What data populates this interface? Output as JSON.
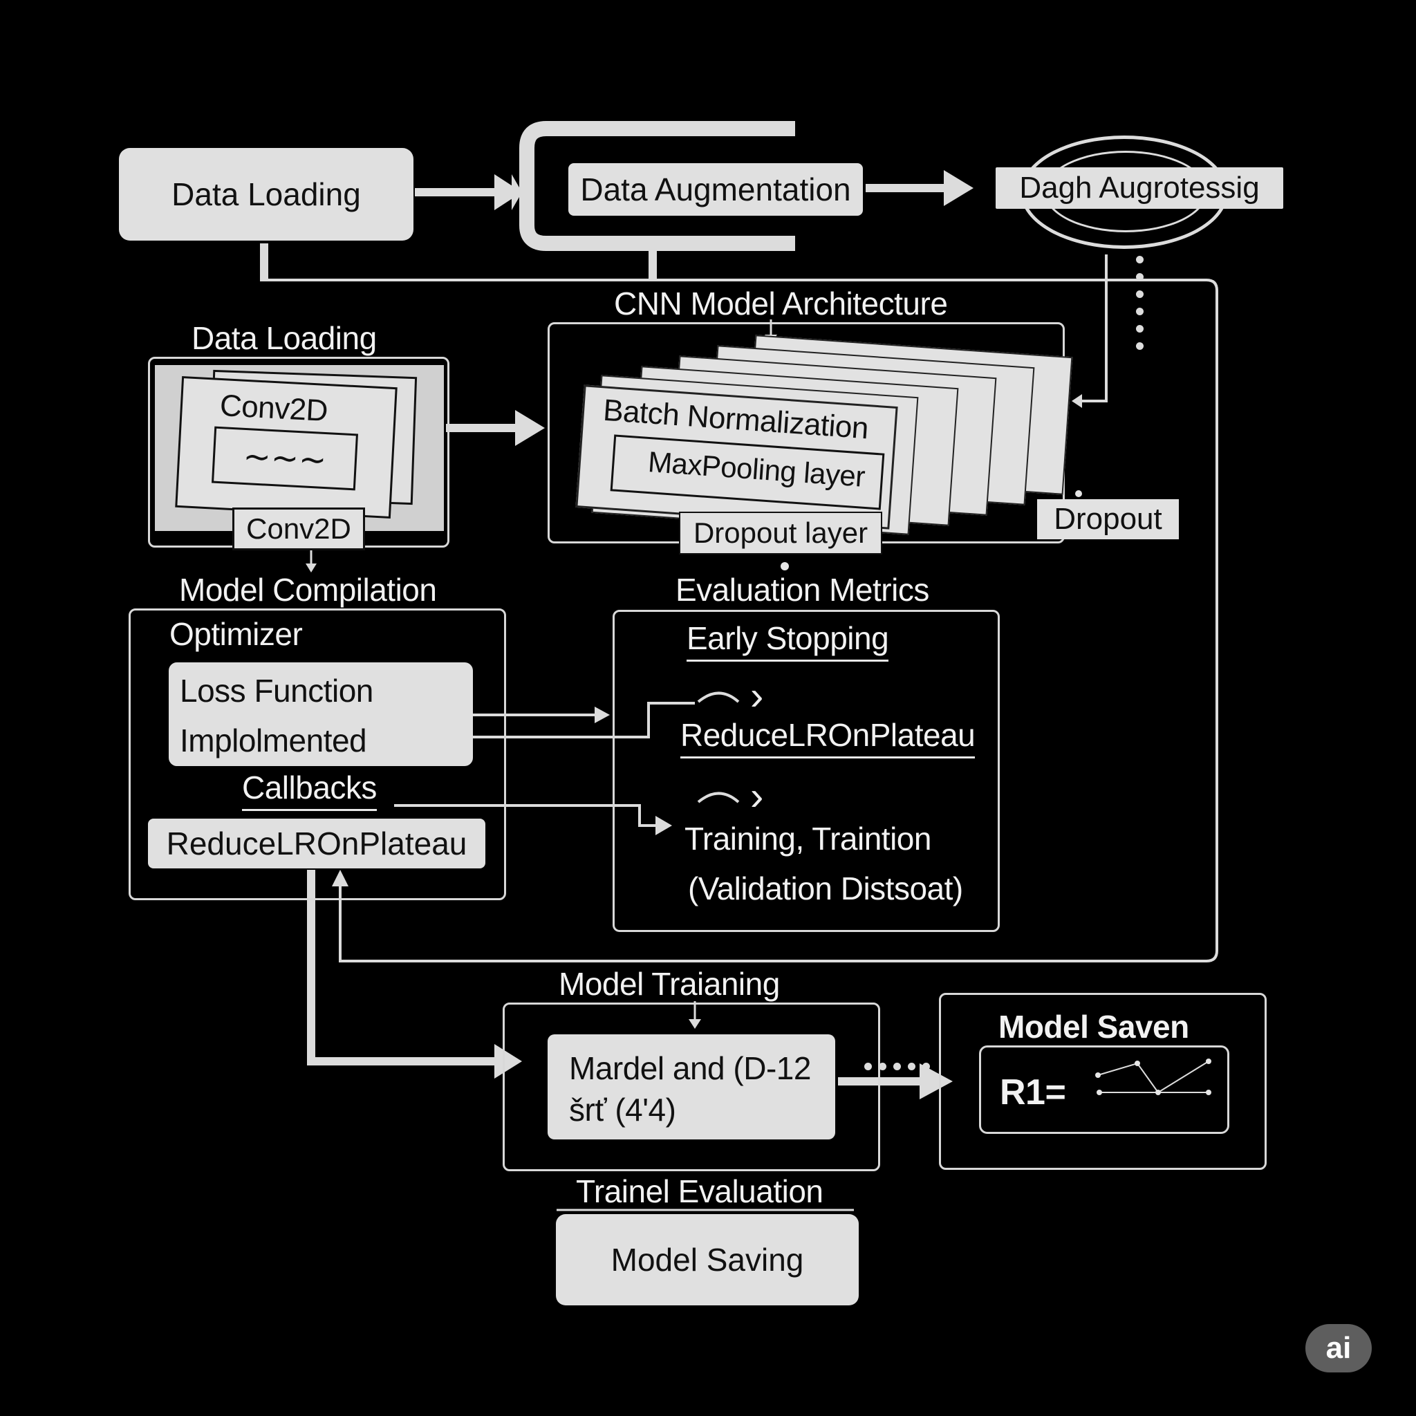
{
  "top_row": {
    "data_loading": "Data Loading",
    "data_augmentation": "Data Augmentation",
    "dagh_augrotessig": "Dagh Augrotessig"
  },
  "data_loading_panel": {
    "title": "Data Loading",
    "conv2d_top": "Conv2D",
    "conv2d_bottom": "Conv2D"
  },
  "cnn_architecture": {
    "title": "CNN Model Architecture",
    "batch_norm": "Batch Normalization",
    "maxpooling": "MaxPooling layer",
    "dropout_layer": "Dropout layer",
    "dropout": "Dropout"
  },
  "model_compilation": {
    "title": "Model Compilation",
    "optimizer": "Optimizer",
    "loss_line1": "Loss Function",
    "loss_line2": "Implolmented",
    "callbacks": "Callbacks",
    "reduce_lr": "ReduceLROnPlateau"
  },
  "evaluation_metrics": {
    "title": "Evaluation Metrics",
    "early_stopping": "Early Stopping",
    "reduce_lr": "ReduceLROnPlateau",
    "training_line1": "Training, Traintion",
    "training_line2": "(Validation Distsoat)"
  },
  "model_training": {
    "title": "Model Traianing",
    "inner_line1": "Mardel and (D-12",
    "inner_line2": "šrť (4'4)"
  },
  "model_saven": {
    "title": "Model Saven",
    "formula": "R1="
  },
  "trainel_evaluation": {
    "title": "Trainel Evaluation",
    "model_saving": "Model Saving"
  },
  "badge": "ai"
}
